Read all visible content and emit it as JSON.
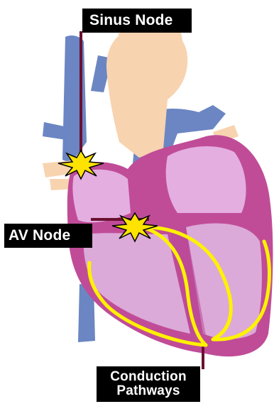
{
  "labels": {
    "sinus_node": "Sinus Node",
    "av_node": "AV Node",
    "conduction_line1": "Conduction",
    "conduction_line2": "Pathways"
  },
  "colors": {
    "vein_blue": "#6b86c2",
    "aorta_peach": "#f8d3b0",
    "heart_pink": "#e4aee0",
    "heart_magenta": "#c04c98",
    "chamber_light": "#dcaad8",
    "pathway_yellow": "#fff200",
    "leader_maroon": "#6b1030",
    "spark_yellow": "#ffe300"
  }
}
